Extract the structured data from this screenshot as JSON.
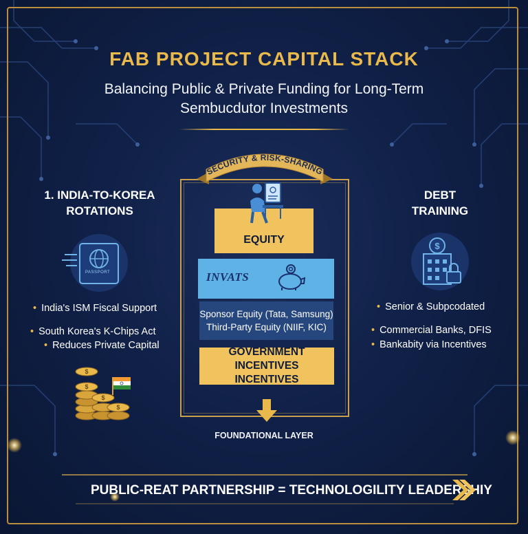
{
  "header": {
    "title": "FAB PROJECT CAPITAL STACK",
    "subtitle_line1": "Balancing Public & Private Funding for Long-Term",
    "subtitle_line2": "Sembucdutor Investments"
  },
  "left_column": {
    "heading_line1": "1. INDIA-TO-KOREA",
    "heading_line2": "ROTATIONS",
    "icon": "passport-globe-icon",
    "passport_label": "PASSPORT",
    "bullets": [
      "India's ISM Fiscal Support",
      "South Korea's K-Chips Act",
      "Reduces Private Capital"
    ],
    "coins_icon": "coin-stacks-with-india-flag-icon"
  },
  "right_column": {
    "heading_line1": "DEBT",
    "heading_line2": "TRAINING",
    "icon": "bank-building-lock-icon",
    "bullets": [
      "Senior & Subpcodated",
      "Commercial Banks, DFIS",
      "Bankabity via Incentives"
    ]
  },
  "stack": {
    "ribbon_label": "SECURITY & RISK-SHARING",
    "worker_icon": "person-at-workstation-icon",
    "equity_label": "EQUITY",
    "logo_text": "INVATS",
    "piggy_icon": "piggy-bank-icon",
    "sponsor_line1": "Sponsor Equity (Tata, Samsung)",
    "sponsor_line2": "Third-Party Equity (NIIF, KIC)",
    "gov_line1": "GOVERNMENT INCENTIVES",
    "gov_line2": "INCENTIVES",
    "arrow_icon": "down-arrow-icon",
    "foundation_label": "FOUNDATIONAL LAYER"
  },
  "footer": {
    "text": "PUBLIC-REAT PARTNERSHIP = TECHNOLOGILITY LEADERSHIY",
    "arrow_icon": "right-chevron-arrow-icon"
  },
  "colors": {
    "background": "#102047",
    "gold": "#e9b94c",
    "equity_fill": "#f0c35e",
    "logo_band": "#5eb2e5",
    "sponsor_band": "#26467e"
  }
}
